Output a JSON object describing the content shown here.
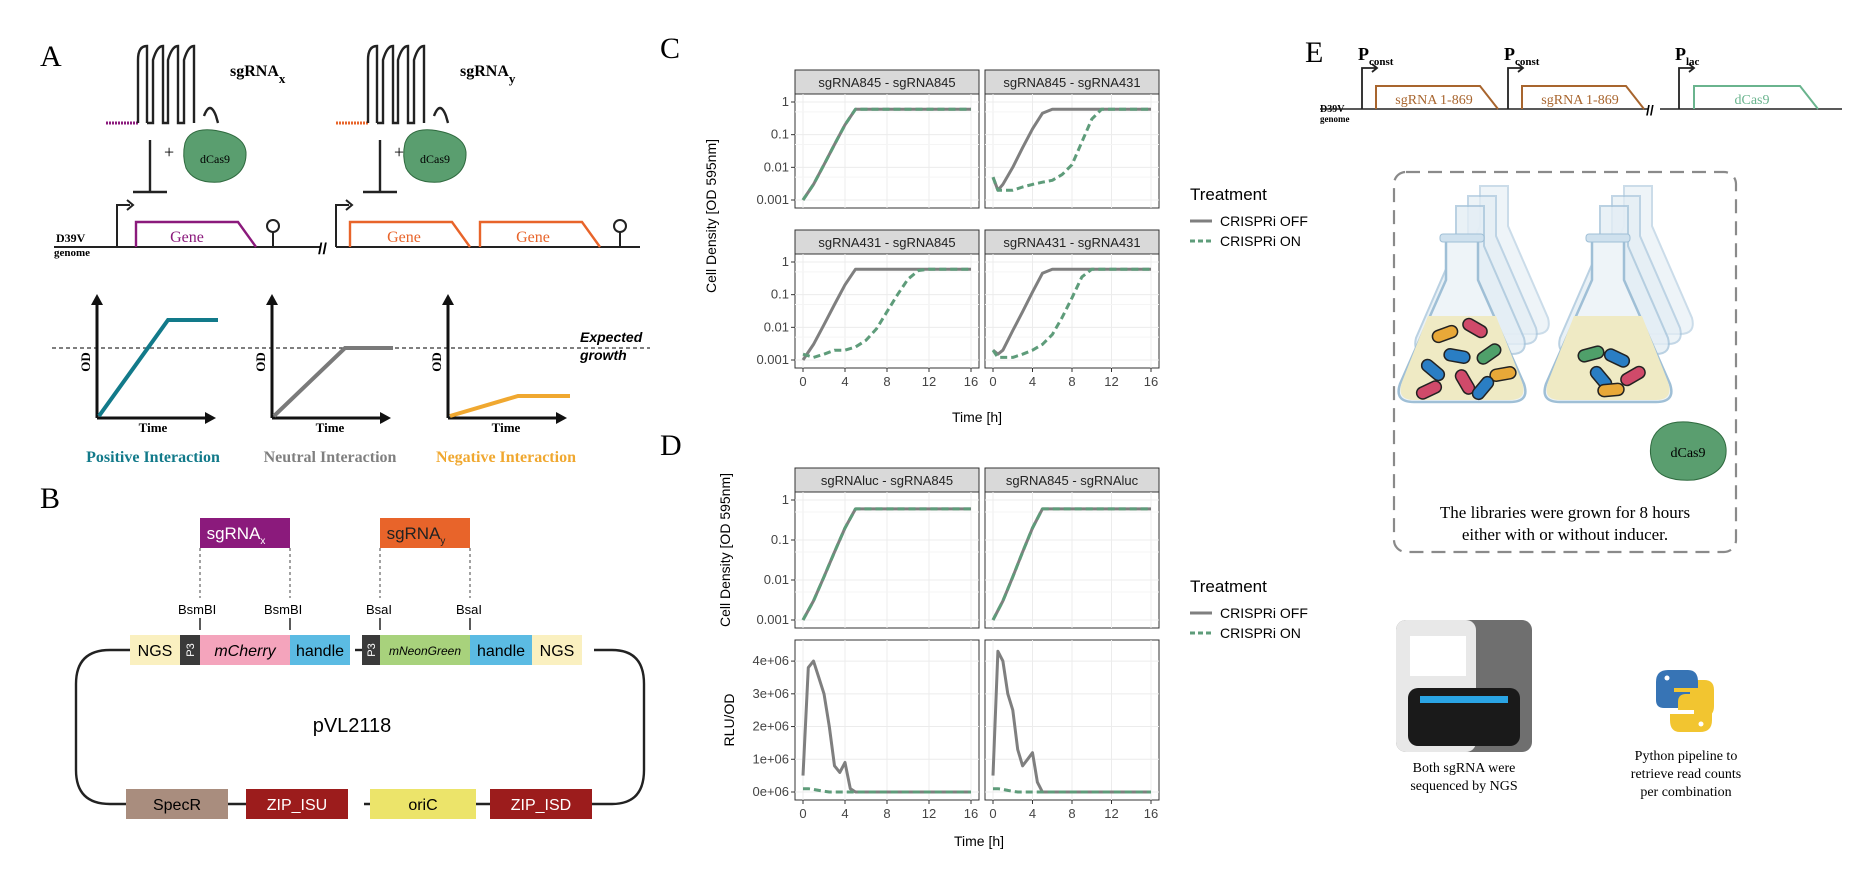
{
  "panels": {
    "A": {
      "letter": "A",
      "sgrna_x": "sgRNA",
      "sgrna_x_sub": "x",
      "sgrna_y": "sgRNA",
      "sgrna_y_sub": "y",
      "plus": "+",
      "dcas9": "dCas9",
      "genome_line1": "D39V",
      "genome_line2": "genome",
      "gene_labels": [
        "Gene",
        "Gene",
        "Gene"
      ],
      "expected_line1": "Expected",
      "expected_line2": "growth",
      "y_label": "OD",
      "x_label": "Time",
      "interactions": [
        {
          "label": "Positive Interaction",
          "color": "#127a8a"
        },
        {
          "label": "Neutral Interaction",
          "color": "#808080"
        },
        {
          "label": "Negative Interaction",
          "color": "#f0a830"
        }
      ],
      "colors": {
        "sgrna_x": "#8b1a7c",
        "sgrna_y": "#e8642a",
        "dcas9": "#5a9e6f"
      }
    },
    "B": {
      "letter": "B",
      "sgrna_x": "sgRNA",
      "sgrna_x_sub": "x",
      "sgrna_y": "sgRNA",
      "sgrna_y_sub": "y",
      "sites": [
        "BsmBI",
        "BsmBI",
        "BsaI",
        "BsaI"
      ],
      "cassette": [
        "NGS",
        "P3",
        "mCherry",
        "handle",
        "P3",
        "mNeonGreen",
        "handle",
        "NGS"
      ],
      "plasmid": "pVL2118",
      "backbone": [
        "SpecR",
        "ZIP_ISU",
        "oriC",
        "ZIP_ISD"
      ],
      "colors": {
        "sgrna_x": "#8b1a7c",
        "sgrna_y": "#e8642a"
      }
    },
    "C": {
      "letter": "C",
      "ylabel": "Cell Density [OD 595nm]",
      "xlabel": "Time [h]",
      "y_ticks": [
        "1",
        "0.1",
        "0.01",
        "0.001"
      ],
      "x_ticks": [
        "0",
        "4",
        "8",
        "12",
        "16"
      ],
      "facets": [
        "sgRNA845 - sgRNA845",
        "sgRNA845 - sgRNA431",
        "sgRNA431 - sgRNA845",
        "sgRNA431 - sgRNA431"
      ],
      "legend_title": "Treatment",
      "legend": [
        "CRISPRi OFF",
        "CRISPRi ON"
      ]
    },
    "D": {
      "letter": "D",
      "ylabel_top": "Cell Density [OD 595nm]",
      "ylabel_bottom": "RLU/OD",
      "xlabel": "Time [h]",
      "y_ticks_top": [
        "1",
        "0.1",
        "0.01",
        "0.001"
      ],
      "y_ticks_bottom": [
        "4e+06",
        "3e+06",
        "2e+06",
        "1e+06",
        "0e+06"
      ],
      "x_ticks": [
        "0",
        "4",
        "8",
        "12",
        "16"
      ],
      "facets": [
        "sgRNAluc - sgRNA845",
        "sgRNA845 - sgRNAluc"
      ],
      "legend_title": "Treatment",
      "legend": [
        "CRISPRi OFF",
        "CRISPRi ON"
      ]
    },
    "E": {
      "letter": "E",
      "promoters": [
        "P",
        "P",
        "P"
      ],
      "promoter_subs": [
        "const",
        "const",
        "lac"
      ],
      "genome_line1": "D39V",
      "genome_line2": "genome",
      "gene_labels": [
        "sgRNA 1-869",
        "sgRNA 1-869",
        "dCas9"
      ],
      "plus": "+",
      "dcas9": "dCas9",
      "growth_line1": "The libraries were grown for 8 hours",
      "growth_line2": "either with or without inducer.",
      "ngs_line1": "Both sgRNA were",
      "ngs_line2": "sequenced by NGS",
      "python_line1": "Python pipeline to",
      "python_line2": "retrieve read counts",
      "python_line3": "per combination"
    }
  },
  "chart_data": [
    {
      "type": "line",
      "title": "sgRNA845 - sgRNA845",
      "xlabel": "Time [h]",
      "ylabel": "Cell Density [OD 595nm]",
      "xlim": [
        0,
        16
      ],
      "ylim": [
        0.001,
        1
      ],
      "yscale": "log",
      "x": [
        0,
        1,
        2,
        3,
        4,
        5,
        6,
        8,
        12,
        16
      ],
      "series": [
        {
          "name": "CRISPRi OFF",
          "values": [
            0.001,
            0.003,
            0.012,
            0.05,
            0.2,
            0.6,
            0.6,
            0.6,
            0.6,
            0.6
          ]
        },
        {
          "name": "CRISPRi ON",
          "values": [
            0.001,
            0.003,
            0.012,
            0.05,
            0.2,
            0.6,
            0.6,
            0.6,
            0.6,
            0.6
          ]
        }
      ]
    },
    {
      "type": "line",
      "title": "sgRNA845 - sgRNA431",
      "xlabel": "Time [h]",
      "ylabel": "Cell Density [OD 595nm]",
      "xlim": [
        0,
        16
      ],
      "ylim": [
        0.001,
        1
      ],
      "yscale": "log",
      "x": [
        0,
        0.5,
        1,
        2,
        3,
        4,
        5,
        6,
        7,
        8,
        9,
        10,
        11,
        12,
        16
      ],
      "series": [
        {
          "name": "CRISPRi OFF",
          "values": [
            0.005,
            0.002,
            0.003,
            0.01,
            0.04,
            0.15,
            0.45,
            0.6,
            0.6,
            0.6,
            0.6,
            0.6,
            0.6,
            0.6,
            0.6
          ]
        },
        {
          "name": "CRISPRi ON",
          "values": [
            0.005,
            0.002,
            0.002,
            0.002,
            0.0025,
            0.003,
            0.0035,
            0.004,
            0.006,
            0.012,
            0.06,
            0.3,
            0.6,
            0.6,
            0.6
          ]
        }
      ]
    },
    {
      "type": "line",
      "title": "sgRNA431 - sgRNA845",
      "xlabel": "Time [h]",
      "ylabel": "Cell Density [OD 595nm]",
      "xlim": [
        0,
        16
      ],
      "ylim": [
        0.001,
        1
      ],
      "yscale": "log",
      "x": [
        0,
        1,
        2,
        3,
        4,
        5,
        6,
        7,
        8,
        9,
        10,
        11,
        12,
        16
      ],
      "series": [
        {
          "name": "CRISPRi OFF",
          "values": [
            0.001,
            0.003,
            0.012,
            0.05,
            0.2,
            0.6,
            0.6,
            0.6,
            0.6,
            0.6,
            0.6,
            0.6,
            0.6,
            0.6
          ]
        },
        {
          "name": "CRISPRi ON",
          "values": [
            0.0015,
            0.0012,
            0.0015,
            0.002,
            0.002,
            0.0025,
            0.004,
            0.009,
            0.03,
            0.1,
            0.3,
            0.55,
            0.6,
            0.6
          ]
        }
      ]
    },
    {
      "type": "line",
      "title": "sgRNA431 - sgRNA431",
      "xlabel": "Time [h]",
      "ylabel": "Cell Density [OD 595nm]",
      "xlim": [
        0,
        16
      ],
      "ylim": [
        0.001,
        1
      ],
      "yscale": "log",
      "x": [
        0,
        0.5,
        1,
        2,
        3,
        4,
        5,
        6,
        7,
        8,
        9,
        10,
        11,
        16
      ],
      "series": [
        {
          "name": "CRISPRi OFF",
          "values": [
            0.002,
            0.0015,
            0.002,
            0.008,
            0.03,
            0.12,
            0.45,
            0.6,
            0.6,
            0.6,
            0.6,
            0.6,
            0.6,
            0.6
          ]
        },
        {
          "name": "CRISPRi ON",
          "values": [
            0.002,
            0.0012,
            0.0012,
            0.0012,
            0.0015,
            0.002,
            0.003,
            0.006,
            0.02,
            0.08,
            0.35,
            0.6,
            0.6,
            0.6
          ]
        }
      ]
    },
    {
      "type": "line",
      "title": "sgRNAluc - sgRNA845",
      "xlabel": "Time [h]",
      "ylabel": "Cell Density [OD 595nm]",
      "xlim": [
        0,
        16
      ],
      "ylim": [
        0.001,
        1
      ],
      "yscale": "log",
      "x": [
        0,
        1,
        2,
        3,
        4,
        5,
        6,
        16
      ],
      "series": [
        {
          "name": "CRISPRi OFF",
          "values": [
            0.001,
            0.003,
            0.012,
            0.05,
            0.2,
            0.6,
            0.6,
            0.6
          ]
        },
        {
          "name": "CRISPRi ON",
          "values": [
            0.001,
            0.003,
            0.012,
            0.05,
            0.2,
            0.6,
            0.6,
            0.6
          ]
        }
      ]
    },
    {
      "type": "line",
      "title": "sgRNA845 - sgRNAluc",
      "xlabel": "Time [h]",
      "ylabel": "Cell Density [OD 595nm]",
      "xlim": [
        0,
        16
      ],
      "ylim": [
        0.001,
        1
      ],
      "yscale": "log",
      "x": [
        0,
        1,
        2,
        3,
        4,
        5,
        6,
        16
      ],
      "series": [
        {
          "name": "CRISPRi OFF",
          "values": [
            0.001,
            0.003,
            0.012,
            0.05,
            0.2,
            0.6,
            0.6,
            0.6
          ]
        },
        {
          "name": "CRISPRi ON",
          "values": [
            0.001,
            0.003,
            0.012,
            0.05,
            0.2,
            0.6,
            0.6,
            0.6
          ]
        }
      ]
    },
    {
      "type": "line",
      "title": "sgRNAluc - sgRNA845",
      "xlabel": "Time [h]",
      "ylabel": "RLU/OD",
      "xlim": [
        0,
        16
      ],
      "ylim": [
        0,
        4400000
      ],
      "x": [
        0,
        0.5,
        1,
        1.5,
        2,
        2.5,
        3,
        3.5,
        4,
        4.5,
        5,
        6,
        16
      ],
      "series": [
        {
          "name": "CRISPRi OFF",
          "values": [
            500000,
            3800000,
            4000000,
            3500000,
            3000000,
            2000000,
            800000,
            600000,
            900000,
            100000,
            0,
            0,
            0
          ]
        },
        {
          "name": "CRISPRi ON",
          "values": [
            100000,
            100000,
            80000,
            50000,
            20000,
            0,
            0,
            0,
            0,
            0,
            0,
            0,
            0
          ]
        }
      ]
    },
    {
      "type": "line",
      "title": "sgRNA845 - sgRNAluc",
      "xlabel": "Time [h]",
      "ylabel": "RLU/OD",
      "xlim": [
        0,
        16
      ],
      "ylim": [
        0,
        4400000
      ],
      "x": [
        0,
        0.5,
        1,
        1.5,
        2,
        2.5,
        3,
        3.5,
        4,
        4.5,
        5,
        6,
        16
      ],
      "series": [
        {
          "name": "CRISPRi OFF",
          "values": [
            500000,
            4300000,
            4000000,
            3000000,
            2500000,
            1300000,
            800000,
            1000000,
            1200000,
            300000,
            0,
            0,
            0
          ]
        },
        {
          "name": "CRISPRi ON",
          "values": [
            100000,
            100000,
            80000,
            50000,
            20000,
            0,
            0,
            0,
            0,
            0,
            0,
            0,
            0
          ]
        }
      ]
    }
  ]
}
